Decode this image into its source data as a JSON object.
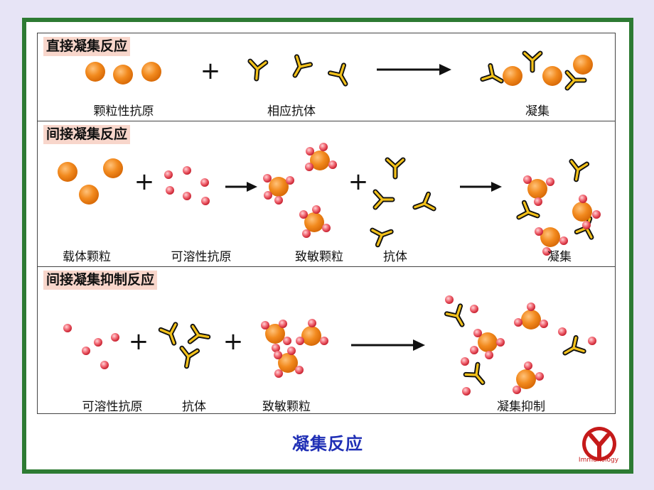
{
  "panels": [
    {
      "title": "直接凝集反应",
      "labels": [
        "颗粒性抗原",
        "相应抗体",
        "凝集"
      ]
    },
    {
      "title": "间接凝集反应",
      "labels": [
        "载体颗粒",
        "可溶性抗原",
        "致敏颗粒",
        "抗体",
        "凝集"
      ]
    },
    {
      "title": "间接凝集抑制反应",
      "labels": [
        "可溶性抗原",
        "抗体",
        "致敏颗粒",
        "凝集抑制"
      ]
    }
  ],
  "footer": {
    "title": "凝集反应",
    "logo_text": "Immunology"
  },
  "colors": {
    "frame": "#2d7a33",
    "title_highlight": "#f8d6cb",
    "particle": "#f28a1e",
    "antigen": "#e8404c",
    "antibody": "#f4c21a",
    "footer_text": "#1f2fb5",
    "logo": "#c51a1a"
  }
}
